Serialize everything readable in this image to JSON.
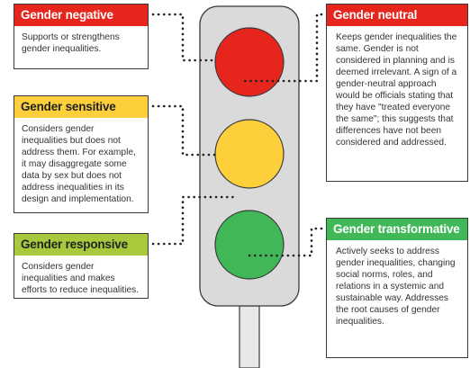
{
  "colors": {
    "red": "#e6251d",
    "amber": "#fdd03b",
    "green": "#41b858",
    "olive": "#a7c93b",
    "housing": "#dadada",
    "pole": "#e8e8e8",
    "outline": "#3a3a3a"
  },
  "cards": {
    "negative": {
      "title": "Gender negative",
      "body": "Supports or strengthens gender inequalities."
    },
    "sensitive": {
      "title": "Gender sensitive",
      "body": "Considers gender inequalities but does not address them. For example, it may disaggregate some data by sex but does not address inequalities in its design and implementation."
    },
    "responsive": {
      "title": "Gender responsive",
      "body": "Considers gender inequalities and makes efforts to reduce inequalities."
    },
    "neutral": {
      "title": "Gender neutral",
      "body": "Keeps gender inequalities the same. Gender is not considered in planning and is deemed irrelevant. A sign of a gender-neutral approach would be officials stating that they have \"treated everyone the same\"; this suggests that differences have not been considered and addressed."
    },
    "transformative": {
      "title": "Gender transformative",
      "body": "Actively seeks to address gender inequalities, changing social norms, roles, and relations in a systemic and sustainable way. Addresses the root causes of gender inequalities."
    }
  },
  "traffic_light": {
    "lights": [
      "red",
      "amber",
      "green"
    ]
  }
}
